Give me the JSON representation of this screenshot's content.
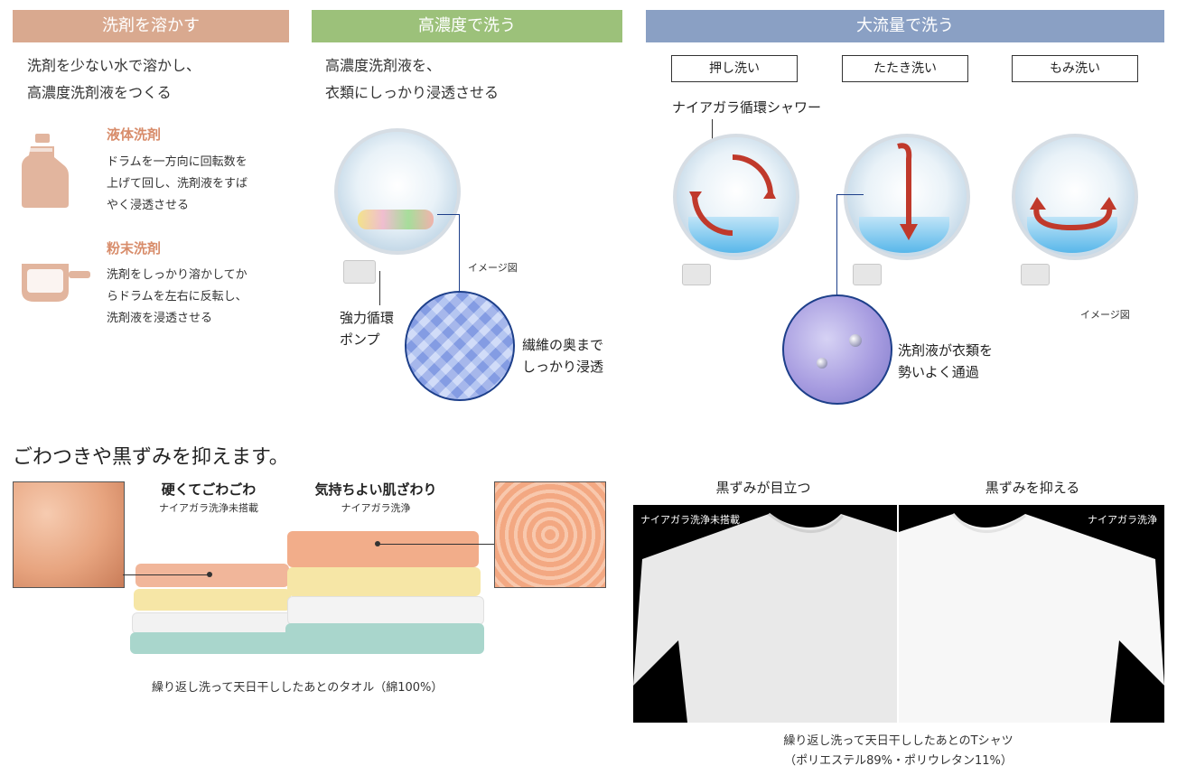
{
  "top": {
    "dissolve": {
      "header": "洗剤を溶かす",
      "header_color": "#d9a98f",
      "lead_1": "洗剤を少ない水で溶かし、",
      "lead_2": "高濃度洗剤液をつくる",
      "liquid_title": "液体洗剤",
      "liquid_lines": [
        "ドラムを一方向に回転数を",
        "上げて回し、洗剤液をすば",
        "やく浸透させる"
      ],
      "powder_title": "粉末洗剤",
      "powder_lines": [
        "洗剤をしっかり溶かしてか",
        "らドラムを左右に反転し、",
        "洗剤液を浸透させる"
      ],
      "icon_color": "#e2b59e"
    },
    "concentrate": {
      "header": "高濃度で洗う",
      "header_color": "#9cc17a",
      "lead_1": "高濃度洗剤液を、",
      "lead_2": "衣類にしっかり浸透させる",
      "image_note": "イメージ図",
      "pump_label_1": "強力循環",
      "pump_label_2": "ポンプ",
      "fiber_label_1": "繊維の奥まで",
      "fiber_label_2": "しっかり浸透"
    },
    "flow": {
      "header": "大流量で洗う",
      "header_color": "#8aa0c4",
      "modes": [
        "押し洗い",
        "たたき洗い",
        "もみ洗い"
      ],
      "shower_label": "ナイアガラ循環シャワー",
      "image_note": "イメージ図",
      "pass_label_1": "洗剤液が衣類を",
      "pass_label_2": "勢いよく通過",
      "arrow_color": "#c0392b"
    }
  },
  "bottom": {
    "headline": "ごわつきや黒ずみを抑えます。",
    "towel": {
      "rough_title": "硬くてごわごわ",
      "rough_sub": "ナイアガラ洗浄未搭載",
      "soft_title": "気持ちよい肌ざわり",
      "soft_sub": "ナイアガラ洗浄",
      "caption": "繰り返し洗って天日干ししたあとのタオル（綿100%）"
    },
    "shirt": {
      "left_title": "黒ずみが目立つ",
      "right_title": "黒ずみを抑える",
      "left_tag": "ナイアガラ洗浄未搭載",
      "right_tag": "ナイアガラ洗浄",
      "caption_1": "繰り返し洗って天日干ししたあとのTシャツ",
      "caption_2": "（ポリエステル89%・ポリウレタン11%）"
    }
  }
}
